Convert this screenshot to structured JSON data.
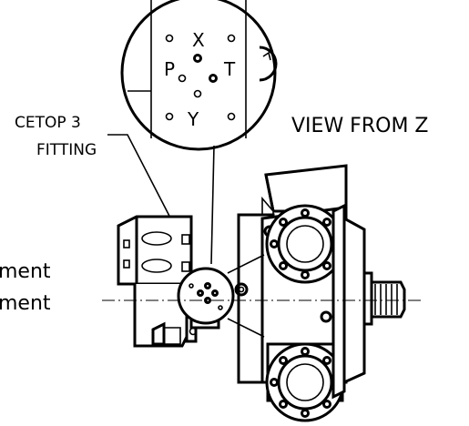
{
  "ports": {
    "x": "X",
    "p": "P",
    "t": "T",
    "y": "Y"
  },
  "labels": {
    "fitting_line1": "CETOP 3",
    "fitting_line2": "FITTING",
    "view": "VIEW FROM Z",
    "left_line1": "ment",
    "left_line2": "ment"
  },
  "colors": {
    "ink": "#000000",
    "paper": "#ffffff"
  }
}
